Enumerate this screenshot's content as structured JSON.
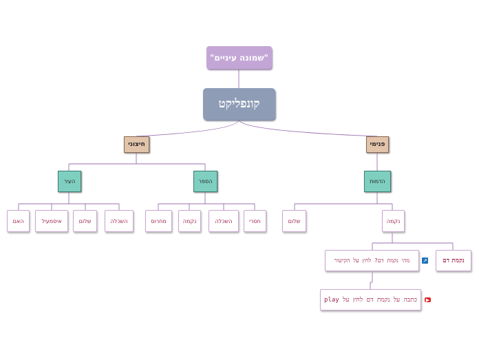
{
  "diagram": {
    "title": "\"שמונה עיניים\"",
    "root": "קונפליקט",
    "branches": {
      "external": "חיצוני",
      "internal": "פנימי"
    },
    "groups": {
      "city": "העיר",
      "book": "הספר",
      "characters": "הדמות"
    },
    "leaves": {
      "city": [
        "השכלה",
        "שלום",
        "איסמעיל",
        "האם"
      ],
      "book": [
        "חסרי",
        "השכלה",
        "נקמה",
        "מחרוס"
      ],
      "characters": [
        "נקמה",
        "שלום"
      ]
    },
    "detail": {
      "link_label": "נקמת דם",
      "question": "מהי נקמת דם? לחץ על הקישור",
      "video": "כתבה על נקמת דם לחץ על play"
    },
    "colors": {
      "connector": "#9b6fb0",
      "leaf_text": "#9b2050"
    }
  }
}
